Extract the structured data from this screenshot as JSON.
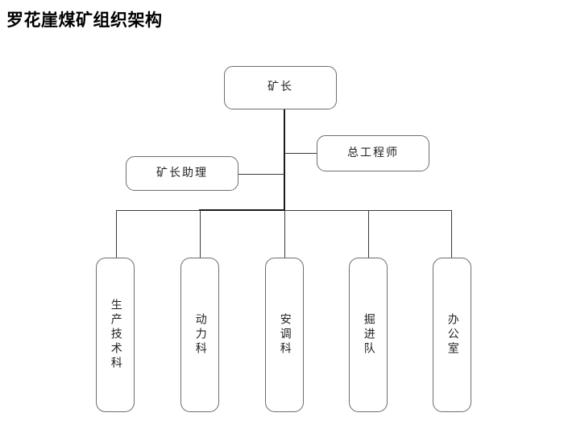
{
  "page": {
    "title": "罗花崖煤矿组织架构",
    "background_color": "#ffffff",
    "box_border_color": "#6e6e6e",
    "line_color": "#3a3a3a",
    "trunk_color": "#1a1a1a",
    "text_color": "#1f1f1f"
  },
  "org_chart": {
    "type": "org-chart",
    "root": {
      "label": "矿长",
      "orientation": "horizontal"
    },
    "staff": [
      {
        "label": "总工程师",
        "side": "right",
        "orientation": "horizontal"
      },
      {
        "label": "矿长助理",
        "side": "left",
        "orientation": "horizontal"
      }
    ],
    "departments": [
      {
        "label": "生产技术科",
        "orientation": "vertical"
      },
      {
        "label": "动力科",
        "orientation": "vertical"
      },
      {
        "label": "安调科",
        "orientation": "vertical"
      },
      {
        "label": "掘进队",
        "orientation": "vertical"
      },
      {
        "label": "办公室",
        "orientation": "vertical"
      }
    ]
  }
}
